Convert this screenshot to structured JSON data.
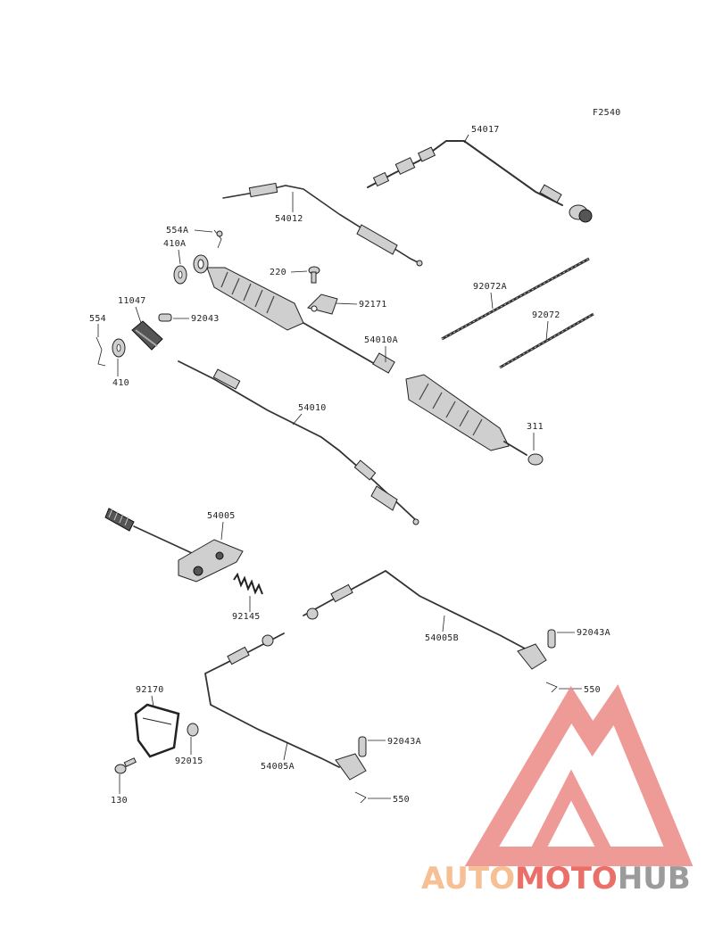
{
  "figure_code": "F2540",
  "labels": {
    "p54017": "54017",
    "p54012": "54012",
    "p554A": "554A",
    "p410A": "410A",
    "p220": "220",
    "p92171": "92171",
    "p11047": "11047",
    "p92043": "92043",
    "p554": "554",
    "p410": "410",
    "p92072A": "92072A",
    "p92072": "92072",
    "p54010A": "54010A",
    "p54010": "54010",
    "p311": "311",
    "p54005": "54005",
    "p92145": "92145",
    "p54005B": "54005B",
    "p92043A_top": "92043A",
    "p550_top": "550",
    "p92170": "92170",
    "p92015": "92015",
    "p130": "130",
    "p54005A": "54005A",
    "p92043A_bottom": "92043A",
    "p550_bottom": "550"
  },
  "watermark": {
    "part1": "AUTO",
    "part2": "MOTO",
    "part3": "HUB",
    "color_orange": "#f5b482",
    "color_red": "#e8564f",
    "color_grey": "#8a8a8a"
  }
}
